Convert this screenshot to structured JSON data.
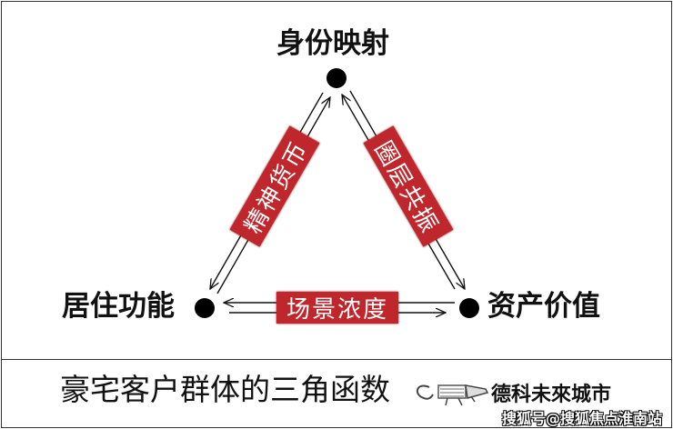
{
  "nodes": {
    "top": "身份映射",
    "left": "居住功能",
    "right": "资产价值"
  },
  "edges": {
    "left": "精神货币",
    "right": "圈层共振",
    "bottom": "场景浓度"
  },
  "title": "豪宅客户群体的三角函数",
  "brand": "德科未來城市",
  "watermark": "搜狐号@搜狐焦点淮南站",
  "colors": {
    "badge": "#c0272d",
    "ink": "#111111"
  }
}
